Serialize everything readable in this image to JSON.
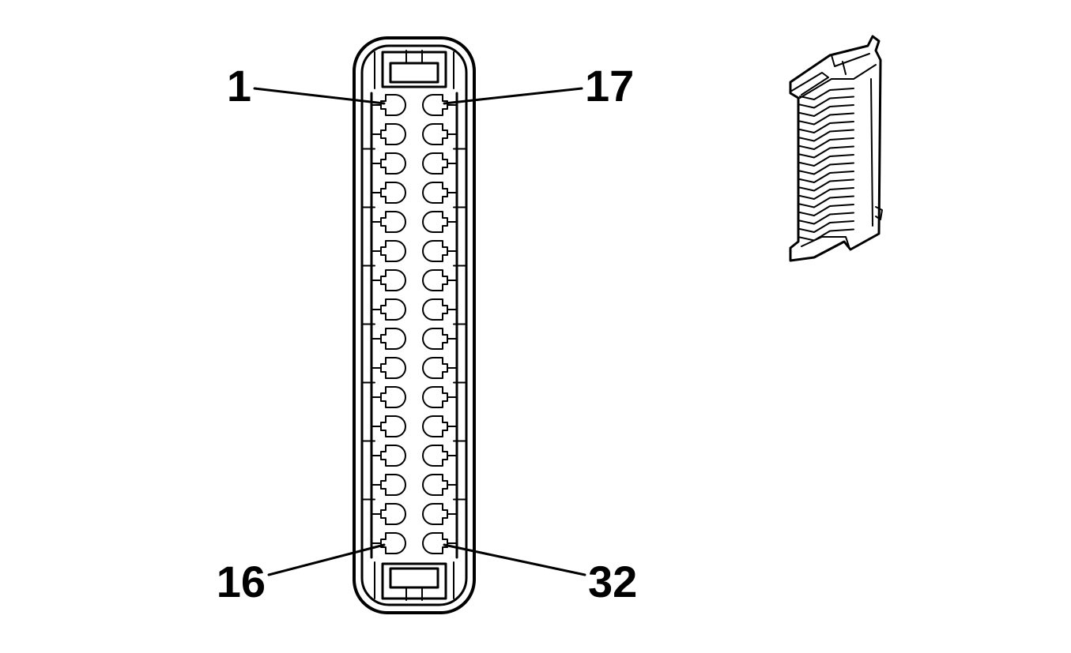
{
  "diagram": {
    "connector_face": {
      "pin_count": 32,
      "rows": 16,
      "columns": 2,
      "callouts": {
        "top_left": "1",
        "top_right": "17",
        "bottom_left": "16",
        "bottom_right": "32"
      }
    },
    "colors": {
      "line": "#000000",
      "background": "#ffffff"
    }
  }
}
